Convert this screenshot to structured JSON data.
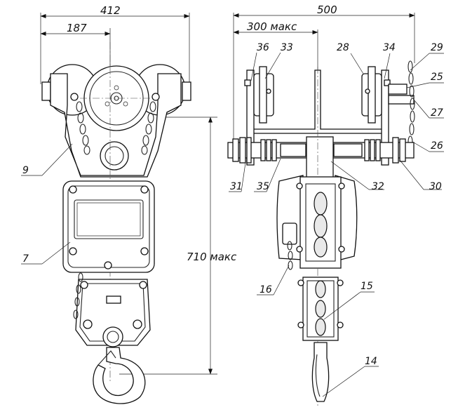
{
  "dimensions": {
    "width_total_front": "412",
    "width_half_front": "187",
    "width_total_side": "500",
    "width_max_side": "300 макс",
    "height_max": "710 макс"
  },
  "parts": {
    "p36": "36",
    "p33": "33",
    "p28": "28",
    "p34": "34",
    "p29": "29",
    "p25": "25",
    "p27": "27",
    "p26": "26",
    "p30": "30",
    "p32": "32",
    "p35": "35",
    "p31": "31",
    "p9": "9",
    "p7": "7",
    "p16": "16",
    "p15": "15",
    "p14": "14"
  }
}
